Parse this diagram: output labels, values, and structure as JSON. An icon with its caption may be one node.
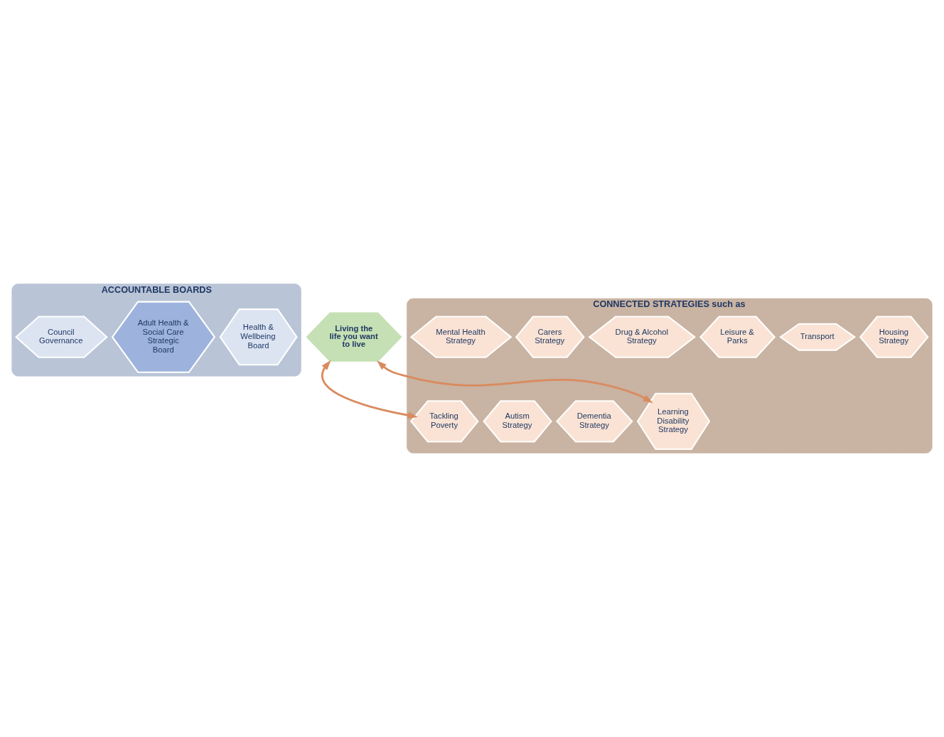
{
  "diagram": {
    "nodes": [
      {
        "text": [
          "ACCOUNTABLE BOARDS"
        ]
      },
      {
        "text": [
          "Health & Wellbeing Board"
        ],
        "in": 0
      },
      {
        "text": [
          "Adult Health & Social Care Strategic Board"
        ],
        "in": 0
      },
      {
        "text": [
          "Council Governance"
        ],
        "in": 0
      },
      {
        "text": [
          "Living the life you want to live"
        ]
      },
      {
        "text": [
          "CONNECTED STRATEGIES such as"
        ]
      },
      {
        "text": [
          "Tackling Poverty"
        ],
        "in": 5
      },
      {
        "text": [
          "Housing Strategy"
        ],
        "in": 5
      },
      {
        "text": [
          "Transport"
        ],
        "in": 5
      },
      {
        "text": [
          "Leisure & Parks"
        ],
        "in": 5
      },
      {
        "text": [
          "Dementia Strategy"
        ],
        "in": 5
      },
      {
        "text": [
          "Autism Strategy"
        ],
        "in": 5
      },
      {
        "text": [
          "Drug & Alcohol Strategy"
        ],
        "in": 5
      },
      {
        "text": [
          "Carers Strategy"
        ],
        "in": 5
      },
      {
        "text": [
          "Learning Disability Strategy"
        ],
        "in": 5
      },
      {
        "text": [
          "Mental Health Strategy"
        ],
        "in": 5
      }
    ],
    "edges": [
      {
        "from": 4,
        "to": 6,
        "arrow": "both"
      },
      {
        "from": 4,
        "to": 14,
        "arrow": "both"
      }
    ]
  }
}
